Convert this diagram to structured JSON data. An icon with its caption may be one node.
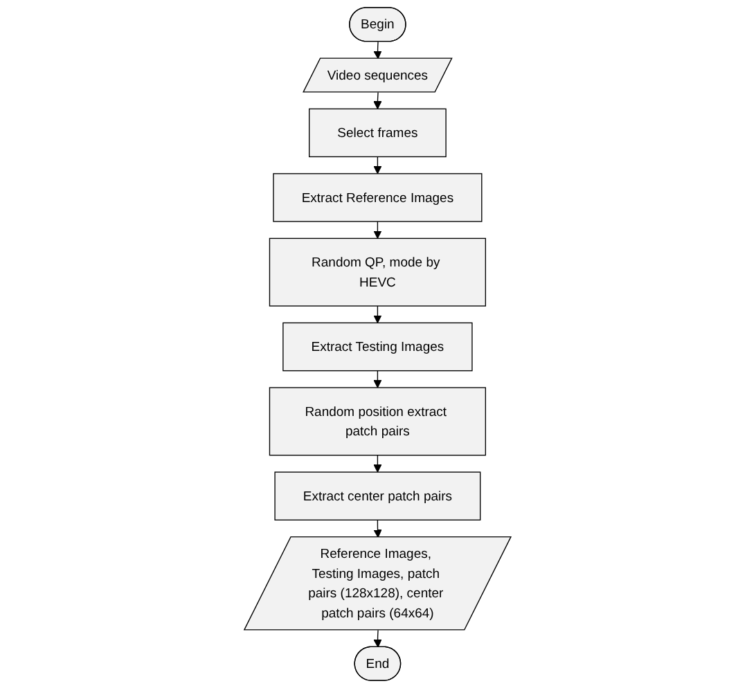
{
  "diagram": {
    "nodes": [
      {
        "text": [
          "Begin"
        ]
      },
      {
        "text": [
          "Video sequences"
        ]
      },
      {
        "text": [
          "Select frames"
        ]
      },
      {
        "text": [
          "Extract Reference Images"
        ]
      },
      {
        "text": [
          "Random QP, mode by HEVC"
        ]
      },
      {
        "text": [
          "Extract Testing Images"
        ]
      },
      {
        "text": [
          "Random position extract patch pairs"
        ]
      },
      {
        "text": [
          "Extract center patch pairs"
        ]
      },
      {
        "text": [
          "Reference Images, Testing Images, patch pairs (128x128), center patch pairs (64x64)"
        ]
      },
      {
        "text": [
          "End"
        ]
      }
    ],
    "edges": [
      {
        "from": 0,
        "to": 1,
        "arrow": "to"
      },
      {
        "from": 1,
        "to": 2,
        "arrow": "to"
      },
      {
        "from": 2,
        "to": 3,
        "arrow": "to"
      },
      {
        "from": 3,
        "to": 4,
        "arrow": "to"
      },
      {
        "from": 4,
        "to": 5,
        "arrow": "to"
      },
      {
        "from": 5,
        "to": 6,
        "arrow": "to"
      },
      {
        "from": 6,
        "to": 7,
        "arrow": "to"
      },
      {
        "from": 7,
        "to": 8,
        "arrow": "to"
      },
      {
        "from": 8,
        "to": 9,
        "arrow": "to"
      }
    ]
  }
}
